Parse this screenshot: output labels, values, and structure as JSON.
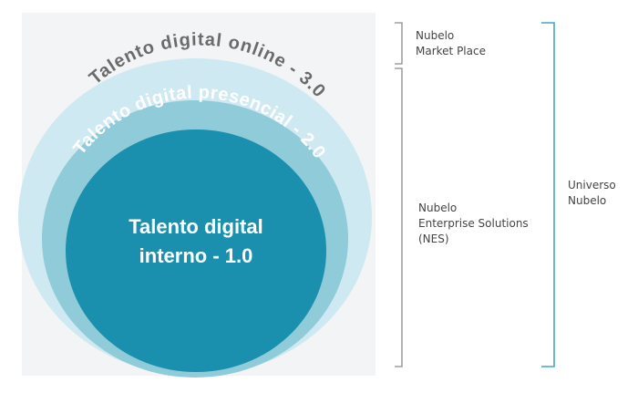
{
  "colors": {
    "panel_background": "#f2f4f5",
    "outer_circle": "#cfe9f2",
    "middle_circle": "#8fcbd8",
    "inner_circle": "#1a8fae",
    "outer_text": "#6b6b6b",
    "middle_text": "#ffffff",
    "inner_text": "#ffffff",
    "bracket_gray": "#8a8a8a",
    "bracket_teal": "#3eaac6",
    "bracket_label": "#444444"
  },
  "circles": {
    "outer": {
      "label": "Talento digital online - 3.0"
    },
    "middle": {
      "label": "Talento digital presencial - 2.0"
    },
    "inner": {
      "line1": "Talento digital",
      "line2": "interno - 1.0"
    }
  },
  "brackets": {
    "market_place": {
      "line1": "Nubelo",
      "line2": "Market Place"
    },
    "nes": {
      "line1": "Nubelo",
      "line2": "Enterprise Solutions",
      "line3": "(NES)"
    },
    "universe": {
      "line1": "Universo",
      "line2": "Nubelo"
    }
  }
}
